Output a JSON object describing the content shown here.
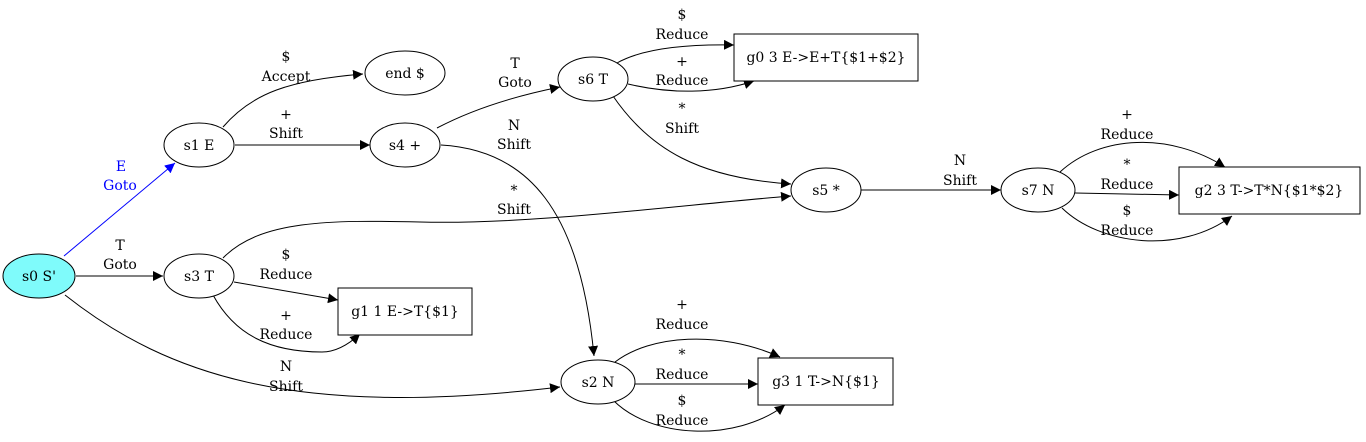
{
  "nodes": {
    "s0": "s0 S'",
    "s1": "s1 E",
    "s2": "s2 N",
    "s3": "s3 T",
    "s4": "s4 +",
    "s5": "s5 *",
    "s6": "s6 T",
    "s7": "s7 N",
    "end": "end $",
    "g0": "g0 3 E->E+T{$1+$2}",
    "g1": "g1 1 E->T{$1}",
    "g2": "g2 3 T->T*N{$1*$2}",
    "g3": "g3 1 T->N{$1}"
  },
  "edges": {
    "s0_s1": {
      "sym": "E",
      "act": "Goto"
    },
    "s0_s3": {
      "sym": "T",
      "act": "Goto"
    },
    "s0_s2": {
      "sym": "N",
      "act": "Shift"
    },
    "s1_end": {
      "sym": "$",
      "act": "Accept"
    },
    "s1_s4": {
      "sym": "+",
      "act": "Shift"
    },
    "s4_s6": {
      "sym": "T",
      "act": "Goto"
    },
    "s4_s2": {
      "sym": "N",
      "act": "Shift"
    },
    "s3_s5": {
      "sym": "*",
      "act": "Shift"
    },
    "s3_g1_dollar": {
      "sym": "$",
      "act": "Reduce"
    },
    "s3_g1_plus": {
      "sym": "+",
      "act": "Reduce"
    },
    "s6_g0_dollar": {
      "sym": "$",
      "act": "Reduce"
    },
    "s6_g0_plus": {
      "sym": "+",
      "act": "Reduce"
    },
    "s6_s5": {
      "sym": "*",
      "act": "Shift"
    },
    "s5_s7": {
      "sym": "N",
      "act": "Shift"
    },
    "s7_g2_plus": {
      "sym": "+",
      "act": "Reduce"
    },
    "s7_g2_star": {
      "sym": "*",
      "act": "Reduce"
    },
    "s7_g2_dollar": {
      "sym": "$",
      "act": "Reduce"
    },
    "s2_g3_plus": {
      "sym": "+",
      "act": "Reduce"
    },
    "s2_g3_star": {
      "sym": "*",
      "act": "Reduce"
    },
    "s2_g3_dollar": {
      "sym": "$",
      "act": "Reduce"
    }
  },
  "colors": {
    "start_fill": "#7ffbfb",
    "goto_E_edge": "#0000ff"
  }
}
